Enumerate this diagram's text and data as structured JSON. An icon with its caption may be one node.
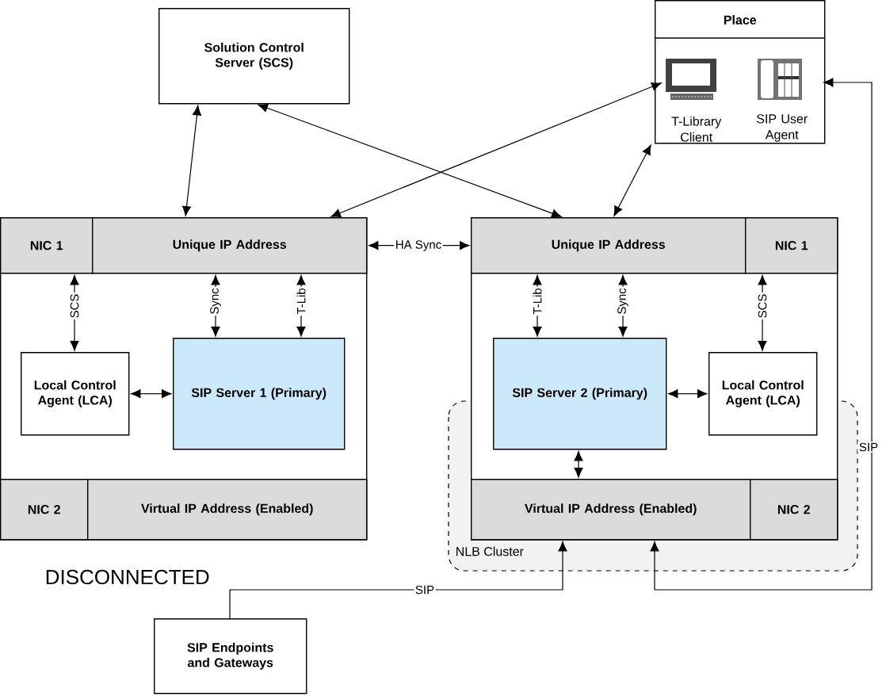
{
  "diagram": {
    "nodes": [
      {
        "text": [
          "Solution Control Server (SCS)"
        ]
      },
      {
        "text": [
          "Place"
        ]
      },
      {
        "text": [
          "T-Library Client"
        ],
        "in": 1
      },
      {
        "text": [
          "SIP User Agent"
        ],
        "in": 1
      },
      {
        "text": [],
        "shape": "box",
        "beside": [
          "DISCONNECTED"
        ]
      },
      {
        "text": [
          "NIC 1"
        ],
        "in": 4
      },
      {
        "text": [
          "Unique IP Address"
        ],
        "in": 4
      },
      {
        "text": [
          "Local Control Agent (LCA)"
        ],
        "in": 4
      },
      {
        "text": [
          "SIP Server 1 (Primary)"
        ],
        "in": 4
      },
      {
        "text": [
          "NIC 2"
        ],
        "in": 4
      },
      {
        "text": [
          "Virtual IP Address (Enabled)"
        ],
        "in": 4
      },
      {
        "text": [],
        "shape": "box"
      },
      {
        "text": [
          "Unique IP Address"
        ],
        "in": 11
      },
      {
        "text": [
          "NIC 1"
        ],
        "in": 11
      },
      {
        "text": [
          "SIP Server 2 (Primary)"
        ],
        "in": 11
      },
      {
        "text": [
          "Local Control Agent (LCA)"
        ],
        "in": 11
      },
      {
        "text": [
          "Virtual IP Address (Enabled)"
        ],
        "in": 11
      },
      {
        "text": [
          "NIC 2"
        ],
        "in": 11
      },
      {
        "text": [
          "SIP Endpoints and Gateways"
        ]
      }
    ],
    "edges": [
      {
        "from": 0,
        "to": 6,
        "arrow": "both"
      },
      {
        "from": 0,
        "to": 12,
        "arrow": "both"
      },
      {
        "from": 2,
        "to": 6,
        "arrow": "both"
      },
      {
        "from": 2,
        "to": 12,
        "arrow": "both"
      },
      {
        "from": 6,
        "to": 12,
        "arrow": "both",
        "label": "HA Sync"
      },
      {
        "from": 5,
        "to": 7,
        "arrow": "both",
        "label": "SCS"
      },
      {
        "from": 6,
        "to": 8,
        "arrow": "both",
        "label": "Sync"
      },
      {
        "from": 6,
        "to": 8,
        "arrow": "both",
        "label": "T-Lib"
      },
      {
        "from": 7,
        "to": 8,
        "arrow": "both"
      },
      {
        "from": 12,
        "to": 14,
        "arrow": "both",
        "label": "T-Lib"
      },
      {
        "from": 12,
        "to": 14,
        "arrow": "both",
        "label": "Sync"
      },
      {
        "from": 13,
        "to": 15,
        "arrow": "both",
        "label": "SCS"
      },
      {
        "from": 14,
        "to": 15,
        "arrow": "both"
      },
      {
        "from": 14,
        "to": 16,
        "arrow": "both"
      },
      {
        "from": 18,
        "to": 16,
        "arrow": "to",
        "label": "SIP"
      },
      {
        "from": 16,
        "to": 3,
        "arrow": "both",
        "label": "SIP"
      }
    ],
    "labels": [
      "NLB Cluster"
    ]
  }
}
